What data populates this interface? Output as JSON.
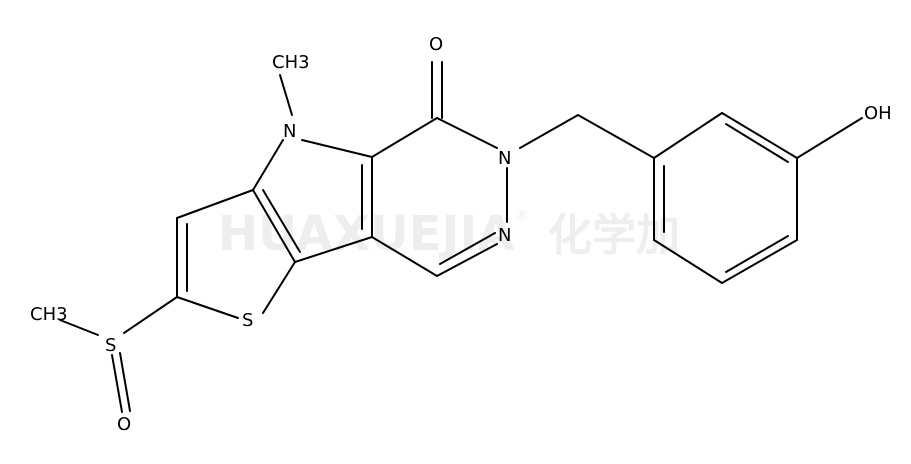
{
  "watermark": {
    "latin": "HUAXUEJIA",
    "registered": "®",
    "cjk": "化学加"
  },
  "atoms": {
    "ch3_top": "CH3",
    "n_pyrrole": "N",
    "o_carbonyl": "O",
    "n_amide": "N",
    "n_imine": "N",
    "oh": "OH",
    "s_thiophene": "S",
    "ch3_left": "CH3",
    "s_sulfoxide": "S",
    "o_sulfoxide": "O"
  }
}
